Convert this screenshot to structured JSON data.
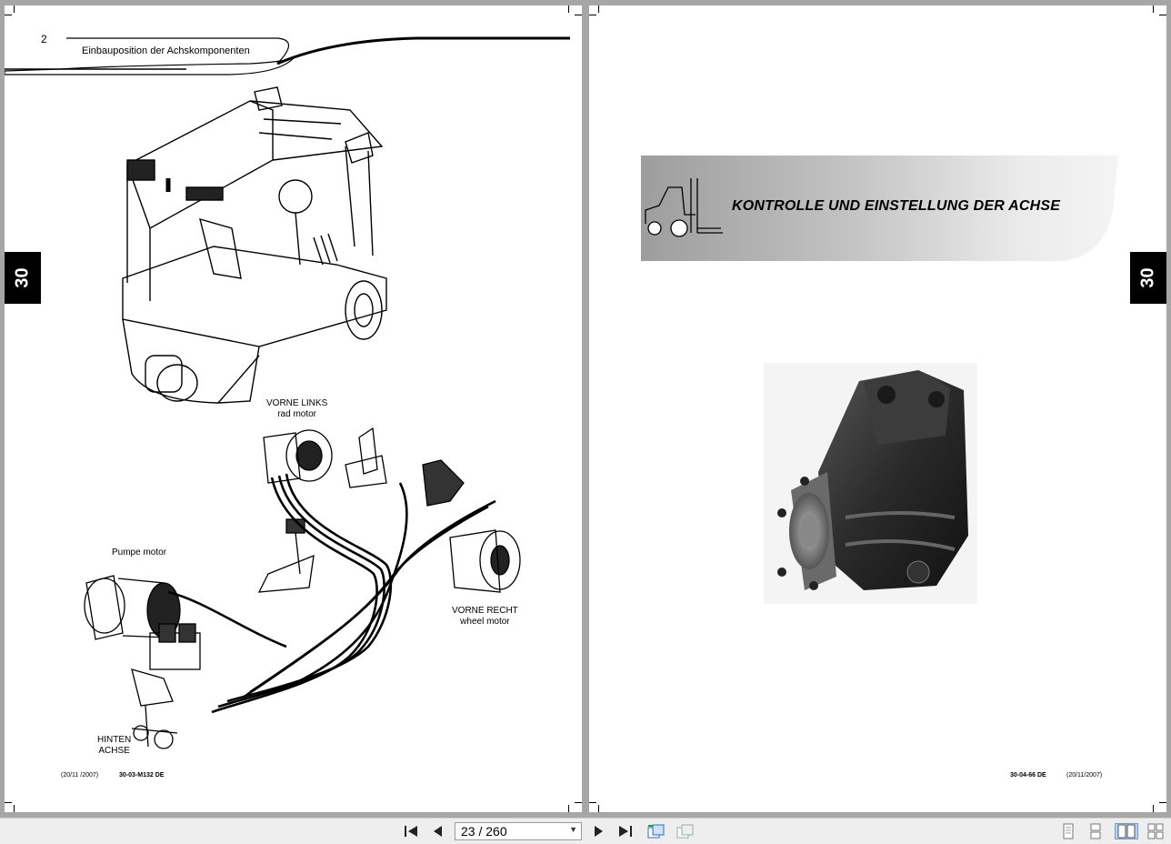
{
  "left_page": {
    "page_number": "2",
    "header_title": "Einbauposition der Achskomponenten",
    "section_tab": "30",
    "labels": {
      "vorne_links": "VORNE LINKS",
      "rad_motor": "rad motor",
      "pumpe_motor": "Pumpe motor",
      "vorne_recht": "VORNE RECHT",
      "wheel_motor": "wheel motor",
      "hinten": "HINTEN",
      "achse": "ACHSE"
    },
    "footer_date": "(20/11 /2007)",
    "footer_code": "30-03-M132 DE"
  },
  "right_page": {
    "section_tab": "30",
    "banner_title": "KONTROLLE UND EINSTELLUNG DER ACHSE",
    "footer_code": "30-04-66 DE",
    "footer_date": "(20/11/2007)"
  },
  "toolbar": {
    "page_indicator": "23 / 260",
    "icons": [
      "first-page-icon",
      "prev-page-icon",
      "next-page-icon",
      "last-page-icon",
      "rotate-icon",
      "fit-icon",
      "single-page-icon",
      "continuous-icon",
      "two-page-icon",
      "two-page-continuous-icon"
    ]
  }
}
